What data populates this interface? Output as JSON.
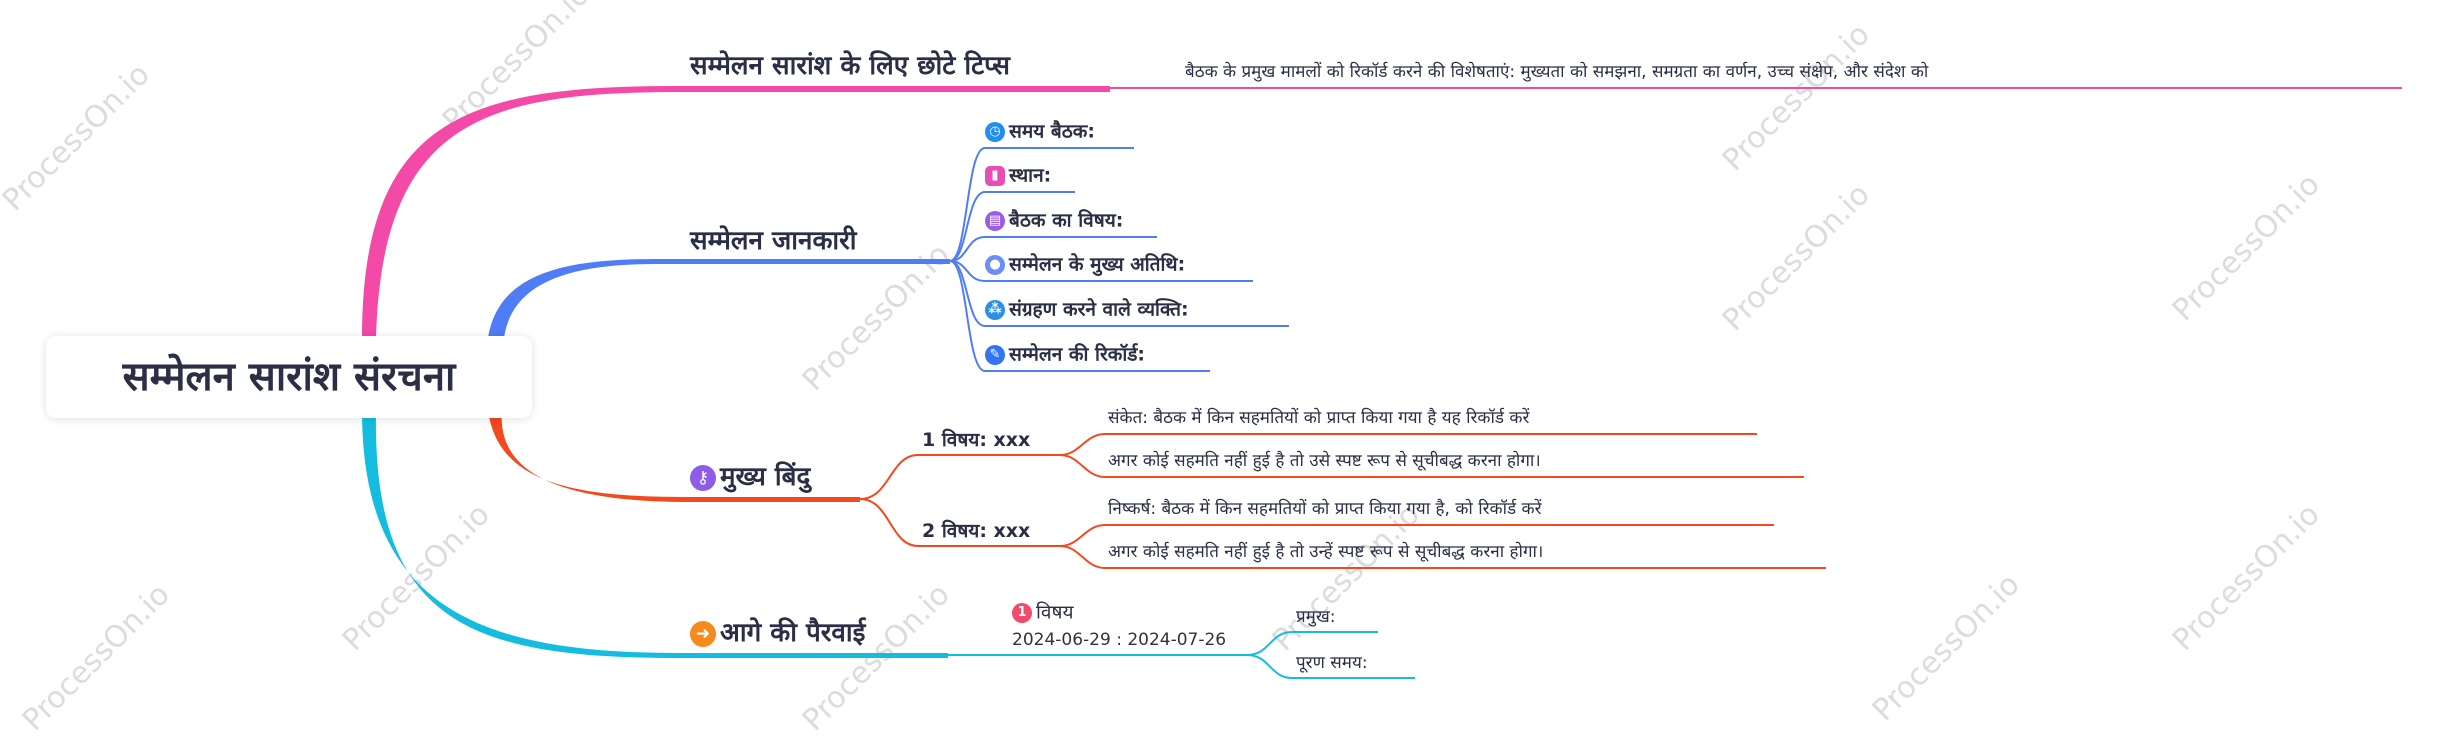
{
  "root": "सम्मेलन सारांश संरचना",
  "watermark": "ProcessOn.io",
  "colors": {
    "pink": "#f24aa6",
    "blue": "#4f7df5",
    "red": "#f2491f",
    "cyan": "#14bde0"
  },
  "branch1": {
    "title": "सम्मेलन सारांश के लिए छोटे टिप्स",
    "note": "बैठक के प्रमुख मामलों को रिकॉर्ड करने की विशेषताएं: मुख्यता को समझना, समग्रता का वर्णन, उच्च संक्षेप, और संदेश को"
  },
  "branch2": {
    "title": "सम्मेलन जानकारी",
    "items": [
      {
        "label": "समय बैठक:",
        "icon": "clock-icon"
      },
      {
        "label": "स्थान:",
        "icon": "location-icon"
      },
      {
        "label": "बैठक का विषय:",
        "icon": "topic-icon"
      },
      {
        "label": "सम्मेलन के मुख्य अतिथि:",
        "icon": "person-icon"
      },
      {
        "label": "संग्रहण करने वाले व्यक्ति:",
        "icon": "group-icon"
      },
      {
        "label": "सम्मेलन की रिकॉर्ड:",
        "icon": "pencil-icon"
      }
    ]
  },
  "branch3": {
    "title": "मुख्य बिंदु",
    "icon": "key-icon",
    "topics": [
      {
        "label": "1 विषय: xxx",
        "notes": [
          "संकेत: बैठक में किन सहमतियों को प्राप्त किया गया है यह रिकॉर्ड करें",
          "अगर कोई सहमति नहीं हुई है तो उसे स्पष्ट रूप से सूचीबद्ध करना होगा।"
        ]
      },
      {
        "label": "2 विषय: xxx",
        "notes": [
          "निष्कर्ष: बैठक में किन सहमतियों को प्राप्त किया गया है, को रिकॉर्ड करें",
          "अगर कोई सहमति नहीं हुई है तो उन्हें स्पष्ट रूप से सूचीबद्ध करना होगा।"
        ]
      }
    ]
  },
  "branch4": {
    "title": "आगे की पैरवाई",
    "icon": "arrow-right-icon",
    "task": {
      "badge": "1",
      "label": "विषय",
      "dates": "2024-06-29 : 2024-07-26"
    },
    "items": [
      "प्रमुख:",
      "पूरण समय:"
    ]
  }
}
